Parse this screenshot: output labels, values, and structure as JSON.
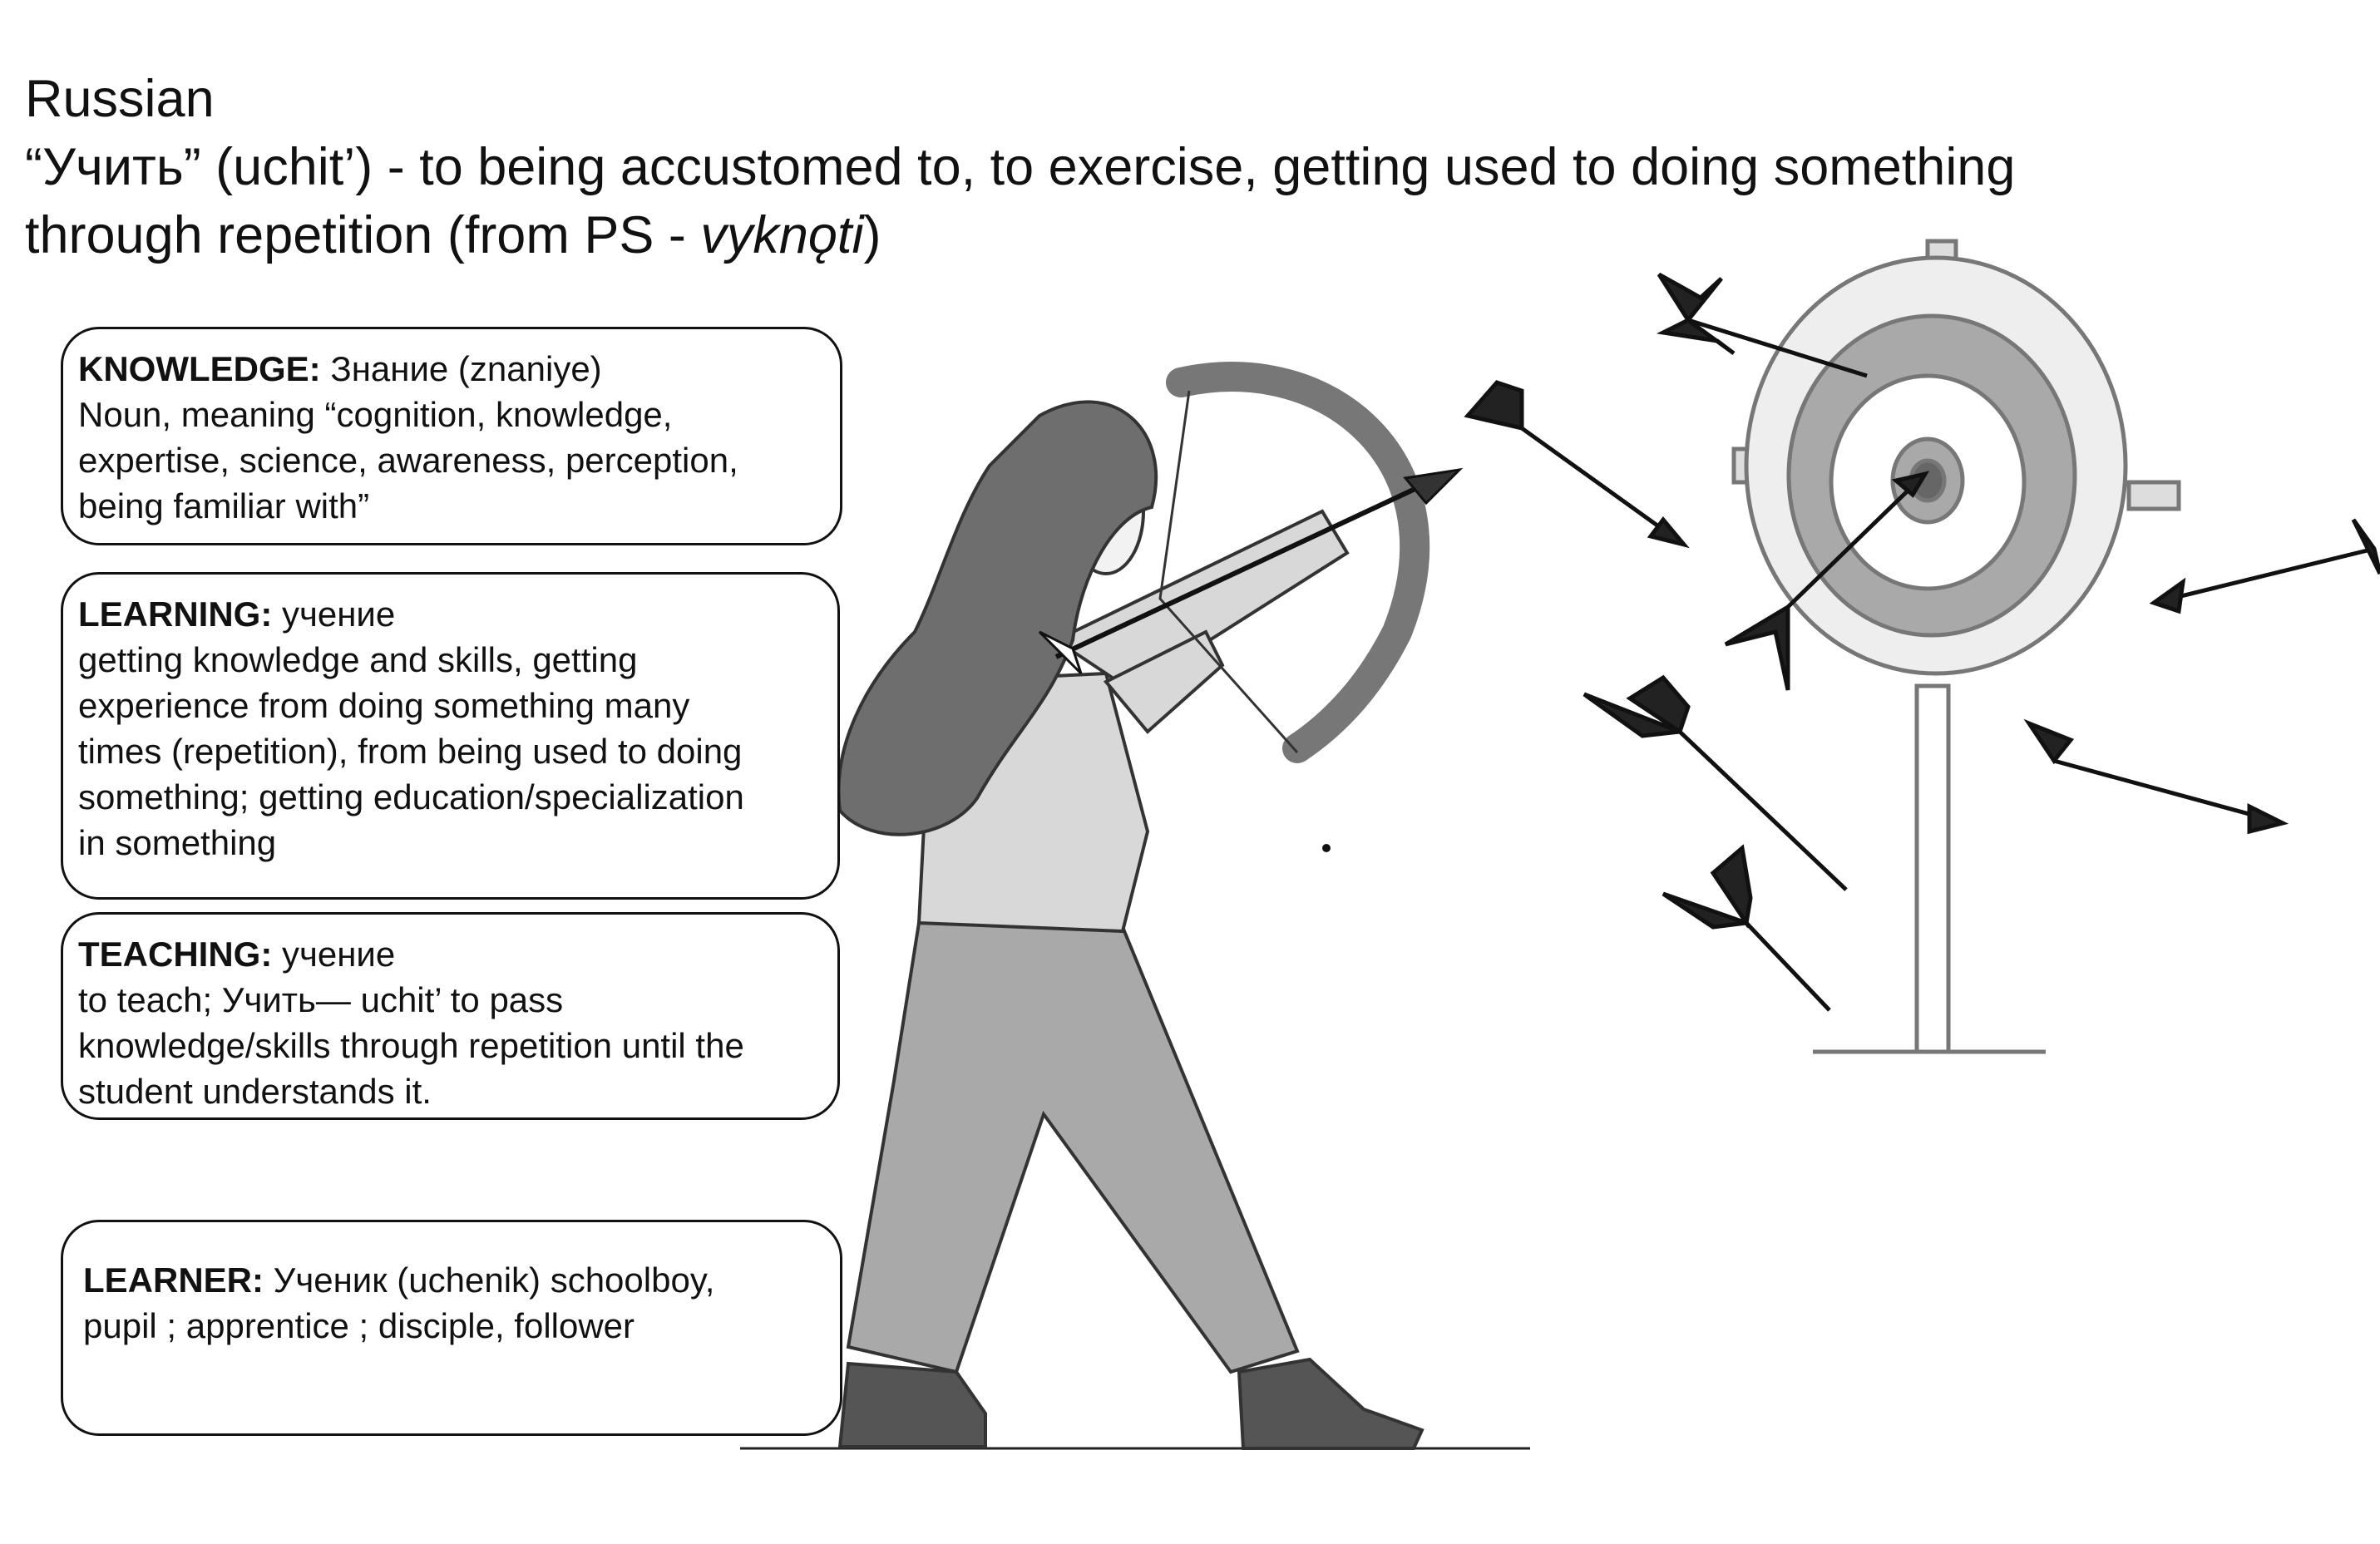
{
  "header": {
    "language": "Russian",
    "line2": "“Учить” (uchit’) - to being accustomed to, to exercise, getting used to doing something",
    "line3_prefix": "through repetition (from PS - ",
    "line3_italic": "vyknǫti",
    "line3_suffix": ")"
  },
  "cards": {
    "knowledge": {
      "term": "KNOWLEDGE:",
      "word": " Знание (znaniye)",
      "lines": [
        " Noun, meaning “cognition, knowledge,",
        "expertise, science, awareness, perception,",
        "being familiar with”"
      ]
    },
    "learning": {
      "term": "LEARNING:",
      "word": " учение",
      "lines": [
        "getting knowledge and skills, getting",
        "experience from doing something many",
        "times (repetition), from being used to doing",
        "something; getting education/specialization",
        "in something"
      ]
    },
    "teaching": {
      "term": "TEACHING:",
      "word": " учение",
      "lines": [
        "to teach; Учить— uchit’ to pass",
        "knowledge/skills through repetition until the",
        "student understands it."
      ]
    },
    "learner": {
      "term": "LEARNER:",
      "word": " Ученик (uchenik) schoolboy,",
      "lines": [
        "pupil ; apprentice ; disciple, follower"
      ]
    }
  },
  "colors": {
    "ink": "#111111",
    "hair": "#6e6e6e",
    "light_gray": "#d8d8d8",
    "mid_gray": "#a9a9a9",
    "dark_gray": "#555555"
  }
}
